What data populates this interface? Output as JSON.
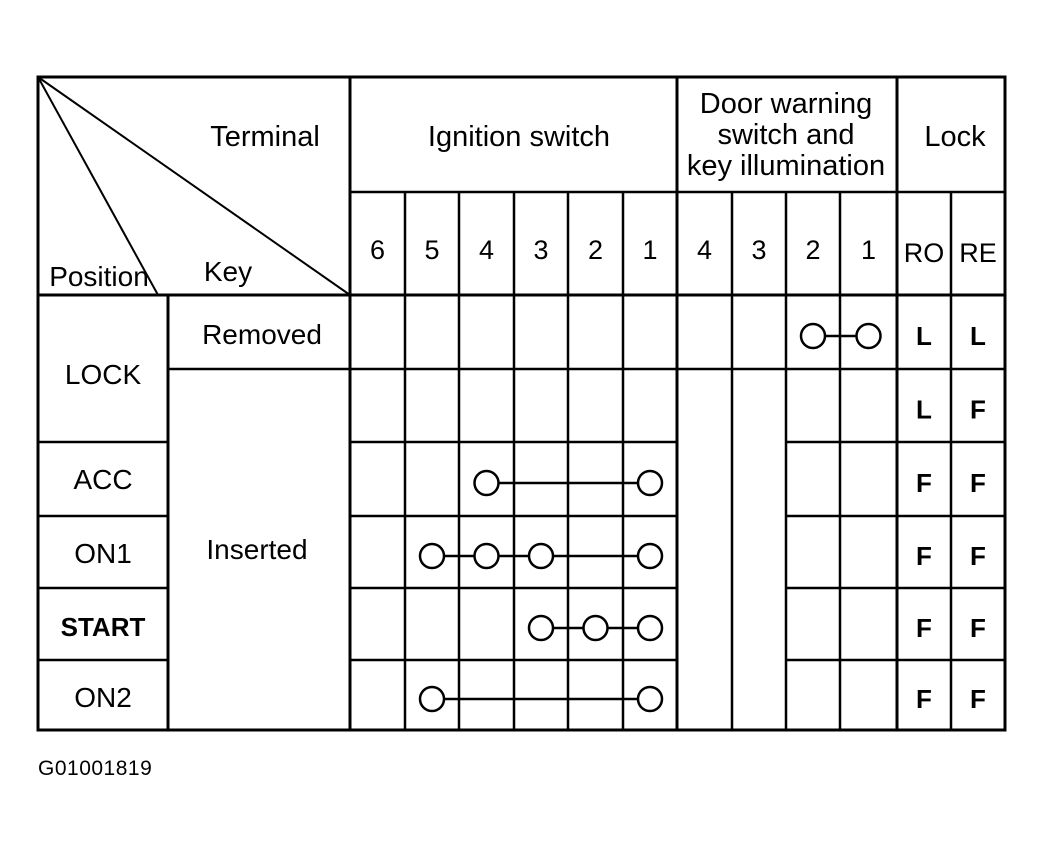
{
  "header": {
    "terminal_label": "Terminal",
    "key_label": "Key",
    "position_label": "Position",
    "ignition_switch": "Ignition switch",
    "door_warning_lines": [
      "Door warning",
      "switch and",
      "key illumination"
    ],
    "lock": "Lock"
  },
  "ignition_terminals": [
    "6",
    "5",
    "4",
    "3",
    "2",
    "1"
  ],
  "door_terminals": [
    "4",
    "3",
    "2",
    "1"
  ],
  "lock_terminals": [
    "RO",
    "RE"
  ],
  "positions": [
    "LOCK",
    "ACC",
    "ON1",
    "START",
    "ON2"
  ],
  "key_states": [
    "Removed",
    "Inserted"
  ],
  "rows": [
    {
      "position": "LOCK",
      "key": "Removed",
      "ignition_connected": [],
      "door_connected": [
        "2",
        "1"
      ],
      "lock": [
        "L",
        "L"
      ]
    },
    {
      "position": "LOCK",
      "key": "Inserted",
      "ignition_connected": [],
      "door_connected": [],
      "lock": [
        "L",
        "F"
      ]
    },
    {
      "position": "ACC",
      "key": "Inserted",
      "ignition_connected": [
        "4",
        "1"
      ],
      "door_connected": [],
      "lock": [
        "F",
        "F"
      ]
    },
    {
      "position": "ON1",
      "key": "Inserted",
      "ignition_connected": [
        "5",
        "4",
        "3",
        "1"
      ],
      "door_connected": [],
      "lock": [
        "F",
        "F"
      ]
    },
    {
      "position": "START",
      "key": "Inserted",
      "ignition_connected": [
        "3",
        "2",
        "1"
      ],
      "door_connected": [],
      "lock": [
        "F",
        "F"
      ]
    },
    {
      "position": "ON2",
      "key": "Inserted",
      "ignition_connected": [
        "5",
        "1"
      ],
      "door_connected": [],
      "lock": [
        "F",
        "F"
      ]
    }
  ],
  "caption": "G01001819"
}
